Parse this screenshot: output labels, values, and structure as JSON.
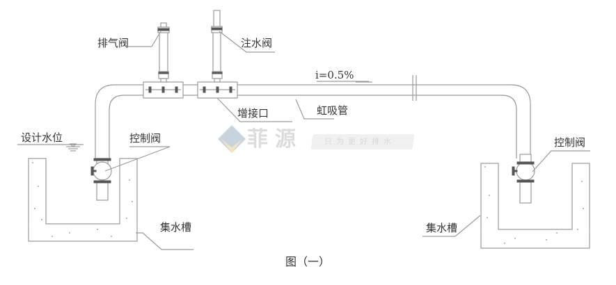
{
  "diagram": {
    "caption": "图（一）",
    "labels": {
      "exhaust_valve": "排气阀",
      "fill_valve": "注水阀",
      "slope": "i=0.5%",
      "extension_port": "增接口",
      "siphon_pipe": "虹吸管",
      "design_water_level": "设计水位",
      "control_valve_left": "控制阀",
      "control_valve_right": "控制阀",
      "sump_left": "集水槽",
      "sump_right": "集水槽"
    },
    "watermark": {
      "brand": "菲源",
      "slogan": "只为更好排水"
    },
    "colors": {
      "line": "#9a9a9a",
      "dark_line": "#555555",
      "text": "#333333",
      "watermark": "#dcdcdc",
      "logo_blue": "#c9d3dd",
      "logo_yellow": "#f3e3bf"
    }
  }
}
